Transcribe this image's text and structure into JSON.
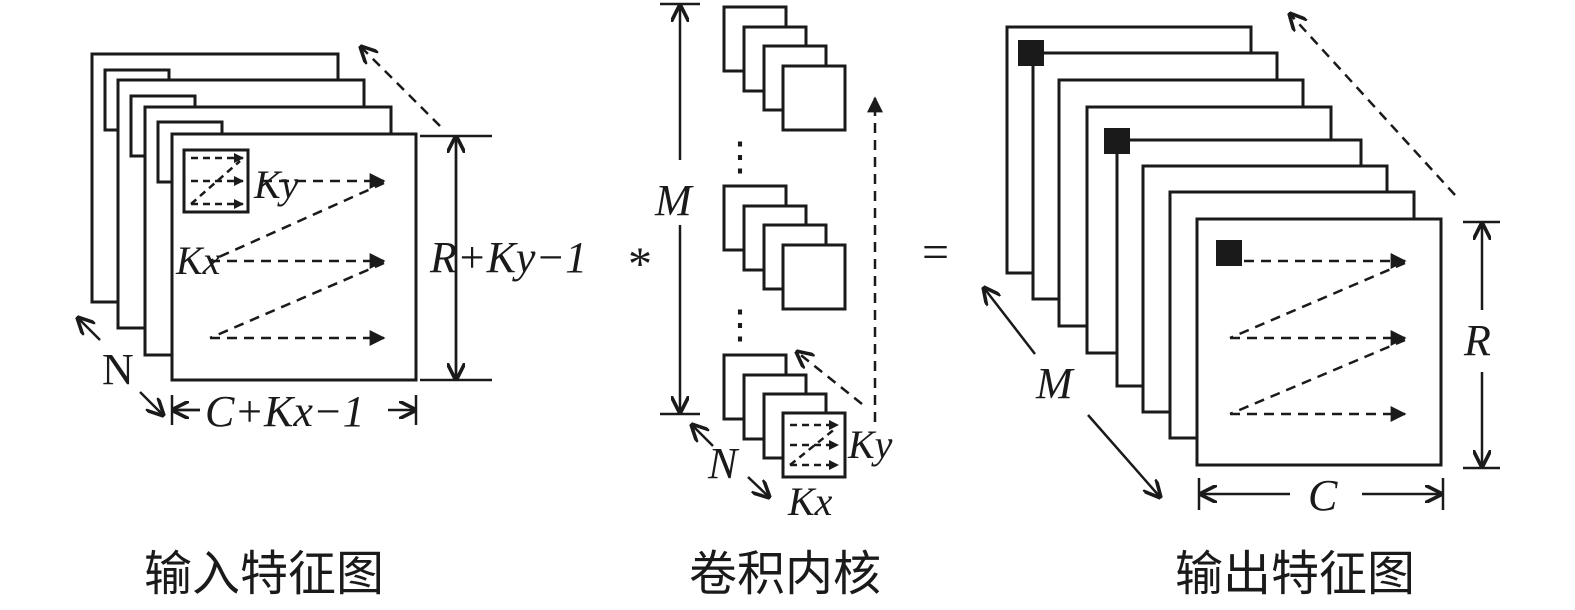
{
  "input": {
    "caption": "输入特征图",
    "height_label": "R+Ky−1",
    "width_label": "C+Kx−1",
    "depth_label": "N",
    "kx_label": "Kx",
    "ky_label": "Ky"
  },
  "kernel": {
    "caption": "卷积内核",
    "count_label": "M",
    "depth_label": "N",
    "kx_label": "Kx",
    "ky_label": "Ky",
    "ellipsis": "⋮"
  },
  "operator": {
    "conv": "*",
    "equals": "="
  },
  "output": {
    "caption": "输出特征图",
    "height_label": "R",
    "width_label": "C",
    "depth_label": "M"
  }
}
